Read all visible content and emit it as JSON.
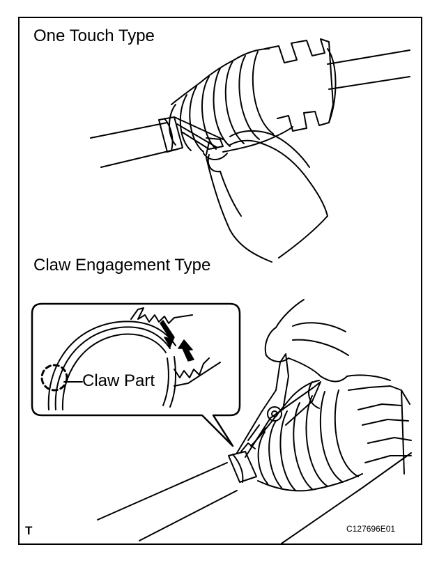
{
  "figure": {
    "title_top": "One Touch Type",
    "title_bottom": "Claw Engagement Type",
    "callout_label": "Claw Part",
    "corner_mark": "T",
    "figure_code": "C127696E01"
  },
  "icons": {
    "upper_illustration": "hand-pinching-one-touch-boot-clamp",
    "lower_illustration": "pliers-on-claw-engagement-boot-clamp",
    "callout": "clamp-claw-detail-zoom",
    "arrows": "press-arrows"
  }
}
